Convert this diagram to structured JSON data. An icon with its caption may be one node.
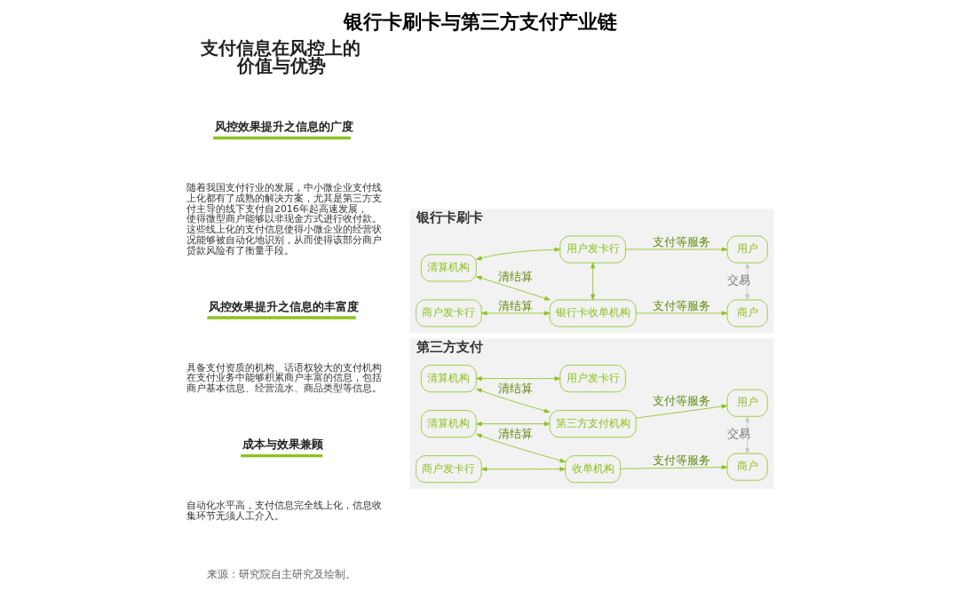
{
  "diagram": {
    "title": "银行卡刷卡与第三方支付产业链",
    "nodes": [
      {
        "text": [
          "银行卡刷卡"
        ]
      },
      {
        "text": [
          "清算机构"
        ],
        "in": 0
      },
      {
        "text": [
          "用户发卡行"
        ],
        "in": 0
      },
      {
        "text": [
          "用户"
        ],
        "in": 0
      },
      {
        "text": [
          "商户发卡行"
        ],
        "in": 0
      },
      {
        "text": [
          "银行卡收单机构"
        ],
        "in": 0
      },
      {
        "text": [
          "商户"
        ],
        "in": 0
      },
      {
        "text": [
          "第三方支付"
        ]
      },
      {
        "text": [
          "清算机构"
        ],
        "in": 7
      },
      {
        "text": [
          "用户发卡行"
        ],
        "in": 7
      },
      {
        "text": [
          "第三方支付机构"
        ],
        "in": 7
      },
      {
        "text": [
          "用户"
        ],
        "in": 7
      },
      {
        "text": [
          "清算机构"
        ],
        "in": 7
      },
      {
        "text": [
          "商户发卡行"
        ],
        "in": 7
      },
      {
        "text": [
          "收单机构"
        ],
        "in": 7
      },
      {
        "text": [
          "商户"
        ],
        "in": 7
      }
    ],
    "edges": [
      {
        "from": 1,
        "to": 2,
        "arrow": "both"
      },
      {
        "from": 2,
        "to": 3,
        "arrow": "to",
        "label": "支付等服务"
      },
      {
        "from": 1,
        "to": 5,
        "arrow": "both",
        "label": "清结算"
      },
      {
        "from": 2,
        "to": 5,
        "arrow": "both"
      },
      {
        "from": 3,
        "to": 6,
        "arrow": "both",
        "label": "交易",
        "color": "#c8c8c8"
      },
      {
        "from": 4,
        "to": 5,
        "arrow": "both",
        "label": "清结算"
      },
      {
        "from": 5,
        "to": 6,
        "arrow": "to",
        "label": "支付等服务"
      },
      {
        "from": 8,
        "to": 9,
        "arrow": "both"
      },
      {
        "from": 8,
        "to": 10,
        "arrow": "both",
        "label": "清结算"
      },
      {
        "from": 10,
        "to": 11,
        "arrow": "to",
        "label": "支付等服务"
      },
      {
        "from": 12,
        "to": 10,
        "arrow": "both"
      },
      {
        "from": 11,
        "to": 15,
        "arrow": "both",
        "label": "交易",
        "color": "#c8c8c8"
      },
      {
        "from": 12,
        "to": 14,
        "arrow": "both",
        "label": "清结算"
      },
      {
        "from": 13,
        "to": 14,
        "arrow": "both"
      },
      {
        "from": 14,
        "to": 15,
        "arrow": "to",
        "label": "支付等服务"
      }
    ],
    "labels": [
      "支付信息在风控上的价值与优势",
      "风控效果提升之信息的广度",
      "随着我国支付行业的发展，中小微企业支付线上化都有了成熟的解决方案，尤其是第三方支付主导的线下支付自2016年起高速发展，使得微型商户能够以非现金方式进行收付款。这些线上化的支付信息使得小微企业的经营状况能够被自动化地识别，从而使得该部分商户贷款风险有了衡量手段。",
      "风控效果提升之信息的丰富度",
      "具备支付资质的机构、话语权较大的支付机构在支付业务中能够积累商户丰富的信息，包括商户基本信息、经营流水、商品类型等信息。",
      "成本与效果兼顾",
      "自动化水平高，支付信息完全线上化，信息收集环节无须人工介入。",
      "来源：研究院自主研究及绘制。"
    ]
  }
}
